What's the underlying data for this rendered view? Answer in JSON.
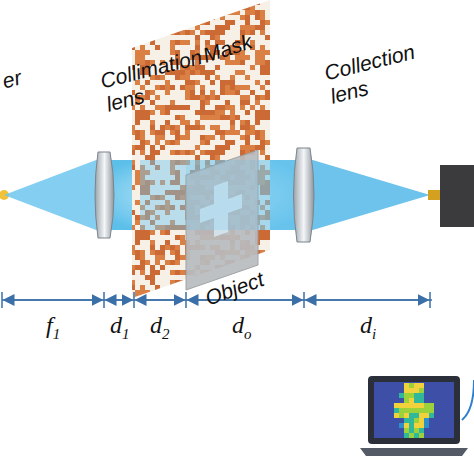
{
  "diagram": {
    "labels": [
      "er",
      "Collimation lens",
      "Mask",
      "Collection lens",
      "Object",
      "f1",
      "d1",
      "d2",
      "do",
      "di"
    ]
  }
}
